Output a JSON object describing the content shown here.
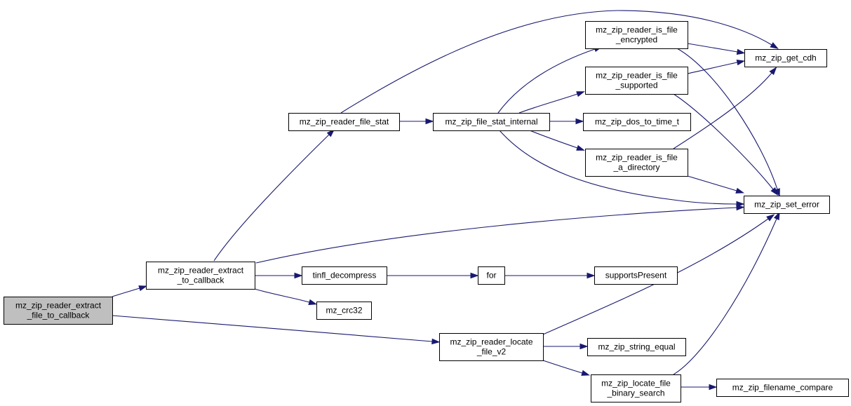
{
  "graph": {
    "colors": {
      "edge": "#191970",
      "node_fill": "#ffffff",
      "root_fill": "#bfbfbf",
      "border": "#000000"
    },
    "nodes": [
      {
        "id": "root",
        "lines": [
          "mz_zip_reader_extract",
          "_file_to_callback"
        ],
        "highlighted": true
      },
      {
        "id": "extract_cb",
        "lines": [
          "mz_zip_reader_extract",
          "_to_callback"
        ]
      },
      {
        "id": "file_stat",
        "lines": [
          "mz_zip_reader_file_stat"
        ]
      },
      {
        "id": "stat_internal",
        "lines": [
          "mz_zip_file_stat_internal"
        ]
      },
      {
        "id": "encrypted",
        "lines": [
          "mz_zip_reader_is_file",
          "_encrypted"
        ]
      },
      {
        "id": "supported",
        "lines": [
          "mz_zip_reader_is_file",
          "_supported"
        ]
      },
      {
        "id": "dos_time",
        "lines": [
          "mz_zip_dos_to_time_t"
        ]
      },
      {
        "id": "a_directory",
        "lines": [
          "mz_zip_reader_is_file",
          "_a_directory"
        ]
      },
      {
        "id": "get_cdh",
        "lines": [
          "mz_zip_get_cdh"
        ]
      },
      {
        "id": "set_error",
        "lines": [
          "mz_zip_set_error"
        ]
      },
      {
        "id": "tinfl",
        "lines": [
          "tinfl_decompress"
        ]
      },
      {
        "id": "for",
        "lines": [
          "for"
        ]
      },
      {
        "id": "supports",
        "lines": [
          "supportsPresent"
        ]
      },
      {
        "id": "crc32",
        "lines": [
          "mz_crc32"
        ]
      },
      {
        "id": "locate_v2",
        "lines": [
          "mz_zip_reader_locate",
          "_file_v2"
        ]
      },
      {
        "id": "string_equal",
        "lines": [
          "mz_zip_string_equal"
        ]
      },
      {
        "id": "binary_search",
        "lines": [
          "mz_zip_locate_file",
          "_binary_search"
        ]
      },
      {
        "id": "filename_compare",
        "lines": [
          "mz_zip_filename_compare"
        ]
      }
    ],
    "edges": [
      {
        "from": "root",
        "to": "extract_cb"
      },
      {
        "from": "root",
        "to": "locate_v2"
      },
      {
        "from": "extract_cb",
        "to": "file_stat"
      },
      {
        "from": "extract_cb",
        "to": "set_error"
      },
      {
        "from": "extract_cb",
        "to": "tinfl"
      },
      {
        "from": "extract_cb",
        "to": "crc32"
      },
      {
        "from": "file_stat",
        "to": "stat_internal"
      },
      {
        "from": "file_stat",
        "to": "get_cdh"
      },
      {
        "from": "stat_internal",
        "to": "encrypted"
      },
      {
        "from": "stat_internal",
        "to": "supported"
      },
      {
        "from": "stat_internal",
        "to": "dos_time"
      },
      {
        "from": "stat_internal",
        "to": "a_directory"
      },
      {
        "from": "stat_internal",
        "to": "set_error"
      },
      {
        "from": "encrypted",
        "to": "get_cdh"
      },
      {
        "from": "encrypted",
        "to": "set_error"
      },
      {
        "from": "supported",
        "to": "get_cdh"
      },
      {
        "from": "supported",
        "to": "set_error"
      },
      {
        "from": "a_directory",
        "to": "get_cdh"
      },
      {
        "from": "a_directory",
        "to": "set_error"
      },
      {
        "from": "tinfl",
        "to": "for"
      },
      {
        "from": "for",
        "to": "supports"
      },
      {
        "from": "locate_v2",
        "to": "set_error"
      },
      {
        "from": "locate_v2",
        "to": "string_equal"
      },
      {
        "from": "locate_v2",
        "to": "binary_search"
      },
      {
        "from": "binary_search",
        "to": "set_error"
      },
      {
        "from": "binary_search",
        "to": "filename_compare"
      }
    ]
  }
}
